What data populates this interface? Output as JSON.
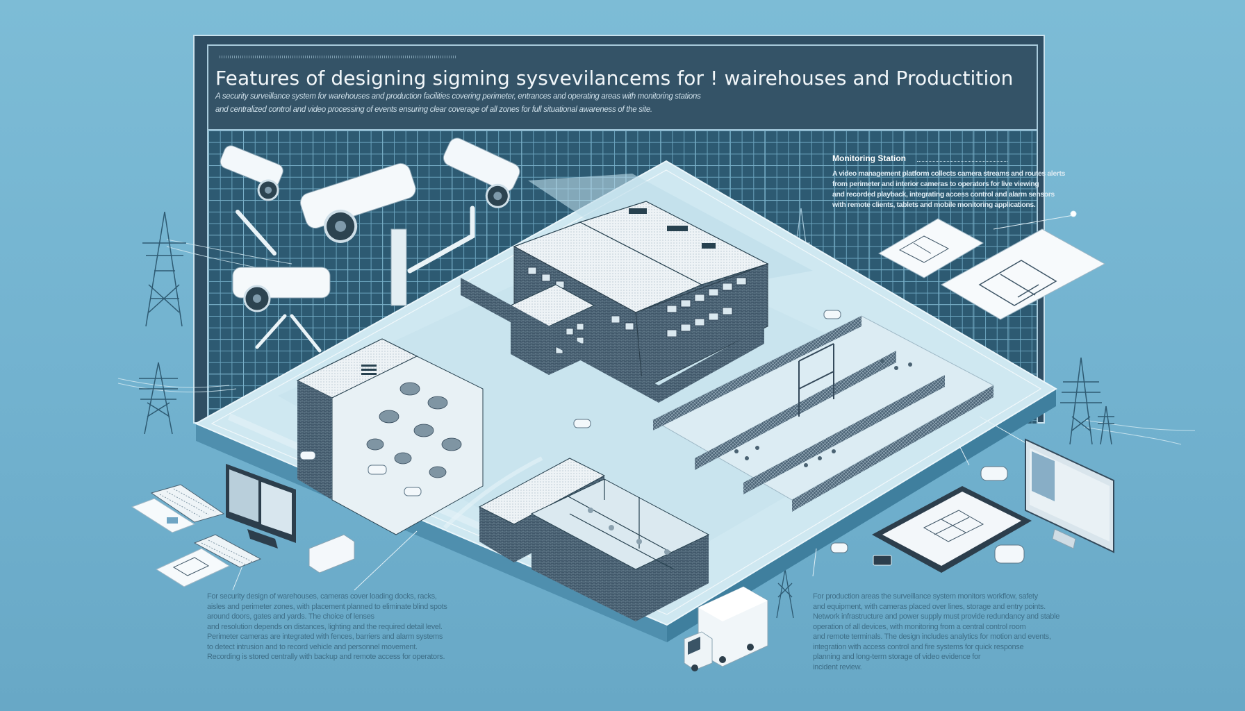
{
  "header": {
    "title": "Features of designing sigming sysvevilancems for ! wairehouses and Productition",
    "subtitle_lines": [
      "A security surveillance system for warehouses and production facilities covering perimeter, entrances and operating areas with monitoring stations",
      "and centralized control and video processing of events ensuring clear coverage of all zones for full situational awareness of the site."
    ]
  },
  "monitoring_station": {
    "title": "Monitoring Station",
    "lines": [
      "A video management platform collects camera streams and routes alerts",
      "from perimeter and interior cameras to operators for live viewing",
      "and recorded playback, integrating access control and alarm sensors",
      "with remote clients, tablets and mobile monitoring applications."
    ]
  },
  "notes": {
    "left": [
      "For security design of warehouses, cameras cover loading docks, racks,",
      "aisles and perimeter zones, with placement planned to eliminate blind spots",
      "around doors, gates and yards. The choice of lenses",
      "and resolution depends on distances, lighting and the required detail level.",
      "Perimeter cameras are integrated with fences, barriers and alarm systems",
      "to detect intrusion and to record vehicle and personnel movement.",
      "Recording is stored centrally with backup and remote access for operators."
    ],
    "right": [
      "For production areas the surveillance system monitors workflow, safety",
      "and equipment, with cameras placed over lines, storage and entry points.",
      "Network infrastructure and power supply must provide redundancy and stable",
      "operation of all devices, with monitoring from a central control room",
      "and remote terminals. The design includes analytics for motion and events,",
      "integration with access control and fire systems for quick response",
      "planning and long-term storage of video evidence for",
      "incident review."
    ]
  },
  "scene": {
    "elements": [
      "cctv-camera",
      "cctv-camera",
      "cctv-camera",
      "cctv-camera",
      "warehouse-building",
      "production-building",
      "fenced-production-yard",
      "office-blocks",
      "delivery-truck",
      "cars",
      "power-pylons",
      "floor-plan-documents",
      "desktop-monitor",
      "tablet",
      "keyboards"
    ]
  },
  "colors": {
    "background": "#74b4d0",
    "panel": "#2f4e63",
    "grid": "#2d5a72",
    "grid_lines": "#6aa3bd",
    "platform_top": "#cfe8f1",
    "platform_side": "#4f8fae",
    "building_wall": "#3a4f5e",
    "roof": "#e8eef2",
    "note_text": "#3f6f88"
  }
}
